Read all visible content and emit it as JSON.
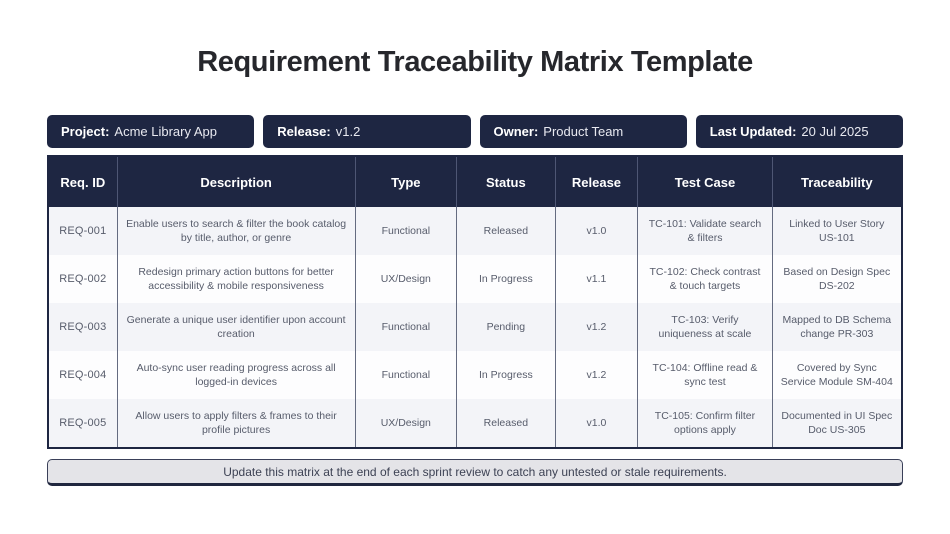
{
  "page": {
    "title": "Requirement Traceability Matrix Template"
  },
  "colors": {
    "navy": "#1e2642",
    "row_alt_bg": "#f3f4f8",
    "note_bg": "#e4e4e8",
    "cell_text": "#575c6b"
  },
  "info_bar": {
    "items": [
      {
        "label": "Project:",
        "value": "Acme Library App"
      },
      {
        "label": "Release:",
        "value": "v1.2"
      },
      {
        "label": "Owner:",
        "value": "Product Team"
      },
      {
        "label": "Last Updated:",
        "value": "20 Jul 2025"
      }
    ]
  },
  "table": {
    "columns": [
      "Req. ID",
      "Description",
      "Type",
      "Status",
      "Release",
      "Test Case",
      "Traceability"
    ],
    "rows": [
      {
        "req_id": "REQ-001",
        "description": "Enable users to search & filter the book catalog by title, author, or genre",
        "type": "Functional",
        "status": "Released",
        "release": "v1.0",
        "test_case": "TC-101: Validate search & filters",
        "traceability": "Linked to User Story US-101"
      },
      {
        "req_id": "REQ-002",
        "description": "Redesign primary action buttons for better accessibility & mobile responsiveness",
        "type": "UX/Design",
        "status": "In Progress",
        "release": "v1.1",
        "test_case": "TC-102: Check contrast & touch targets",
        "traceability": "Based on Design Spec DS-202"
      },
      {
        "req_id": "REQ-003",
        "description": "Generate a unique user identifier upon account creation",
        "type": "Functional",
        "status": "Pending",
        "release": "v1.2",
        "test_case": "TC-103: Verify uniqueness at scale",
        "traceability": "Mapped to DB Schema change PR-303"
      },
      {
        "req_id": "REQ-004",
        "description": "Auto-sync user reading progress across all logged-in devices",
        "type": "Functional",
        "status": "In Progress",
        "release": "v1.2",
        "test_case": "TC-104: Offline read & sync test",
        "traceability": "Covered by Sync Service Module SM-404"
      },
      {
        "req_id": "REQ-005",
        "description": "Allow users to apply filters & frames to their profile pictures",
        "type": "UX/Design",
        "status": "Released",
        "release": "v1.0",
        "test_case": "TC-105: Confirm filter options apply",
        "traceability": "Documented in UI Spec Doc US-305"
      }
    ]
  },
  "footer": {
    "note": "Update this matrix at the end of each sprint review to catch any untested or stale requirements."
  }
}
